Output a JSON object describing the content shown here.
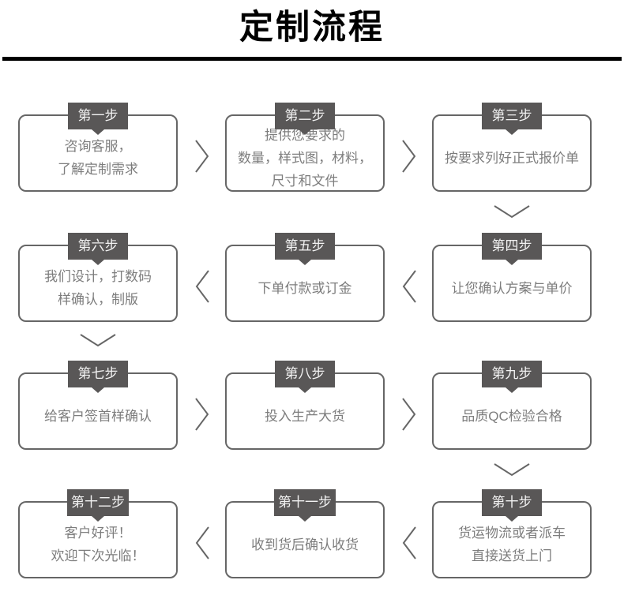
{
  "page": {
    "title": "定制流程"
  },
  "colors": {
    "title_text": "#000000",
    "divider": "#000000",
    "tab_bg": "#595757",
    "tab_text": "#f2f2f2",
    "box_border": "#666666",
    "box_text": "#7d7d7d",
    "arrow": "#666666",
    "background": "#ffffff"
  },
  "steps": [
    {
      "label": "第一步",
      "lines": [
        "咨询客服，",
        "了解定制需求"
      ]
    },
    {
      "label": "第二步",
      "lines": [
        "提供您要求的",
        "数量，样式图，材料，",
        "尺寸和文件"
      ]
    },
    {
      "label": "第三步",
      "lines": [
        "按要求列好正式报价单"
      ]
    },
    {
      "label": "第四步",
      "lines": [
        "让您确认方案与单价"
      ]
    },
    {
      "label": "第五步",
      "lines": [
        "下单付款或订金"
      ]
    },
    {
      "label": "第六步",
      "lines": [
        "我们设计，打数码",
        "样确认，制版"
      ]
    },
    {
      "label": "第七步",
      "lines": [
        "给客户签首样确认"
      ]
    },
    {
      "label": "第八步",
      "lines": [
        "投入生产大货"
      ]
    },
    {
      "label": "第九步",
      "lines": [
        "品质QC检验合格"
      ]
    },
    {
      "label": "第十步",
      "lines": [
        "货运物流或者派车",
        "直接送货上门"
      ]
    },
    {
      "label": "第十一步",
      "lines": [
        "收到货后确认收货"
      ]
    },
    {
      "label": "第十二步",
      "lines": [
        "客户好评！",
        "欢迎下次光临！"
      ]
    }
  ]
}
